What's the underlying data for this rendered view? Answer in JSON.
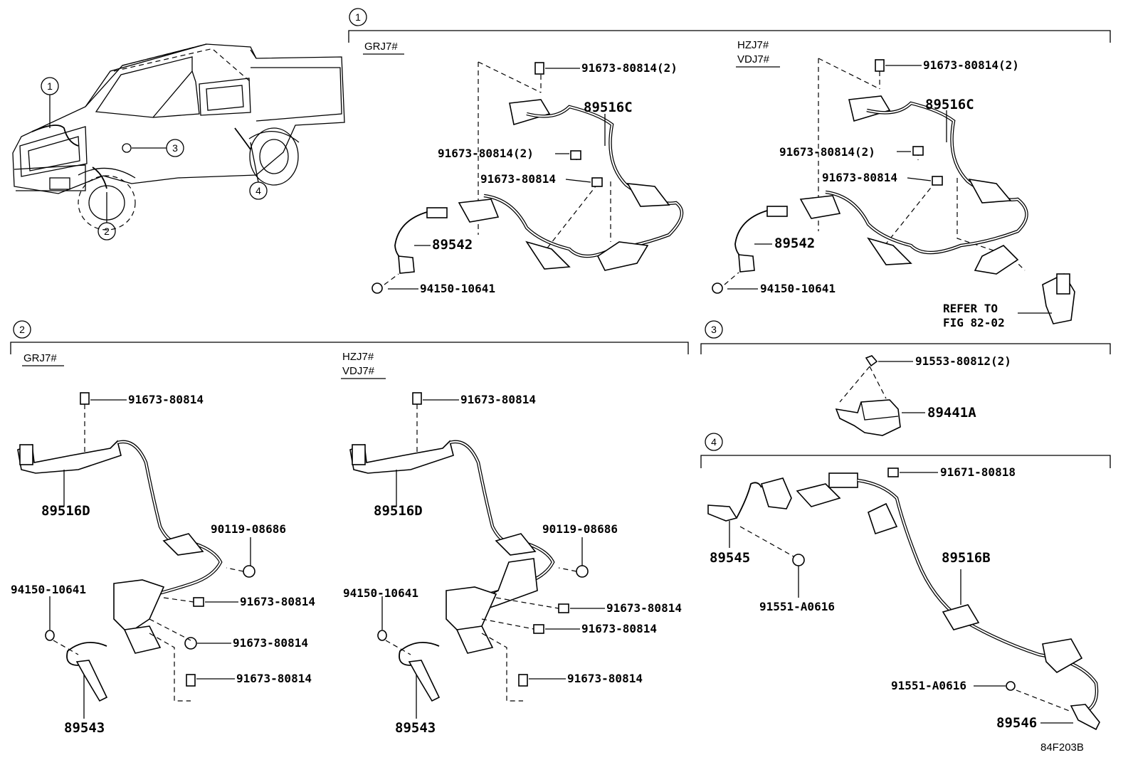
{
  "diagram_id": "84F203B",
  "callouts": {
    "c1": "1",
    "c2": "2",
    "c3": "3",
    "c4": "4"
  },
  "section1": {
    "number": "1",
    "left": {
      "model": "GRJ7#",
      "labels": {
        "bolt_top": "91673-80814(2)",
        "harness": "89516C",
        "bolt_mid": "91673-80814(2)",
        "bolt_low": "91673-80814",
        "sensor": "89542",
        "nut": "94150-10641"
      }
    },
    "right": {
      "model_line1": "HZJ7#",
      "model_line2": "VDJ7#",
      "labels": {
        "bolt_top": "91673-80814(2)",
        "harness": "89516C",
        "bolt_mid": "91673-80814(2)",
        "bolt_low": "91673-80814",
        "sensor": "89542",
        "nut": "94150-10641",
        "refer1": "REFER TO",
        "refer2": "FIG 82-02"
      }
    }
  },
  "section2": {
    "number": "2",
    "left": {
      "model": "GRJ7#",
      "labels": {
        "bolt_top": "91673-80814",
        "harness": "89516D",
        "bolt_90119": "90119-08686",
        "nut": "94150-10641",
        "bolt_a": "91673-80814",
        "bolt_b": "91673-80814",
        "bolt_c": "91673-80814",
        "sensor": "89543"
      }
    },
    "right": {
      "model_line1": "HZJ7#",
      "model_line2": "VDJ7#",
      "labels": {
        "bolt_top": "91673-80814",
        "harness": "89516D",
        "bolt_90119": "90119-08686",
        "nut": "94150-10641",
        "bolt_a": "91673-80814",
        "bolt_b": "91673-80814",
        "bolt_c": "91673-80814",
        "sensor": "89543"
      }
    }
  },
  "section3": {
    "number": "3",
    "labels": {
      "bolt": "91553-80812(2)",
      "sensor": "89441A"
    }
  },
  "section4": {
    "number": "4",
    "labels": {
      "bolt_top": "91671-80818",
      "sensor_a": "89545",
      "bolt_mid": "91551-A0616",
      "harness": "89516B",
      "bolt_low": "91551-A0616",
      "sensor_b": "89546"
    }
  }
}
